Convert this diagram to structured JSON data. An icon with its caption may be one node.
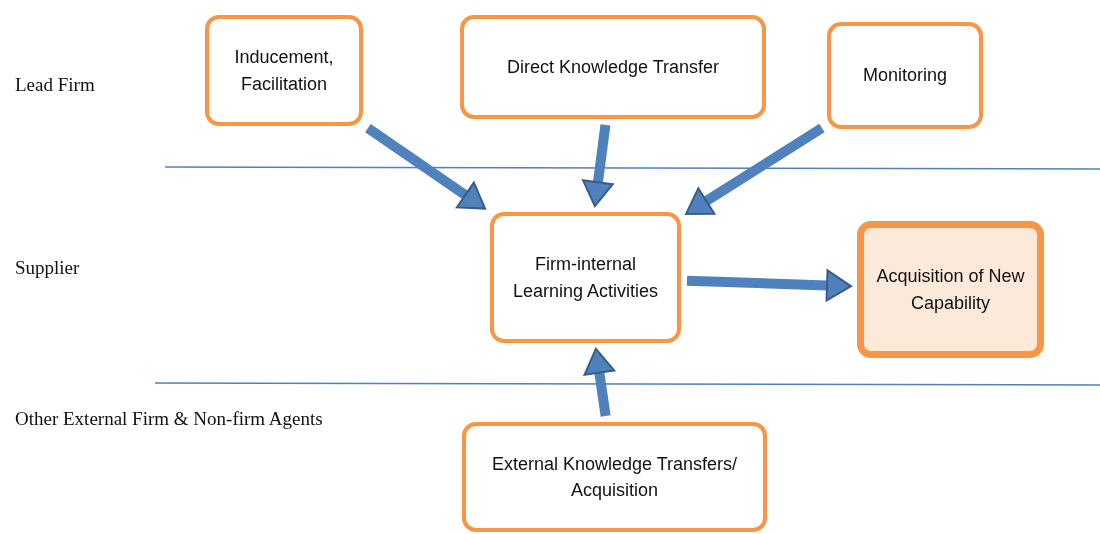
{
  "diagram": {
    "nodes": [
      {
        "text": [
          "Inducement, Facilitation"
        ]
      },
      {
        "text": [
          "Direct Knowledge Transfer"
        ]
      },
      {
        "text": [
          "Monitoring"
        ]
      },
      {
        "text": [
          "Firm-internal Learning Activities"
        ]
      },
      {
        "text": [
          "Acquisition of New Capability"
        ]
      },
      {
        "text": [
          "External Knowledge Transfers/ Acquisition"
        ]
      }
    ],
    "edges": [
      {
        "from": 0,
        "to": 3,
        "arrow": "to"
      },
      {
        "from": 1,
        "to": 3,
        "arrow": "to"
      },
      {
        "from": 2,
        "to": 3,
        "arrow": "to"
      },
      {
        "from": 3,
        "to": 4,
        "arrow": "to"
      },
      {
        "from": 5,
        "to": 3,
        "arrow": "to"
      }
    ],
    "labels": [
      "Lead Firm",
      "Supplier",
      "Other External Firm & Non-firm Agents"
    ]
  }
}
